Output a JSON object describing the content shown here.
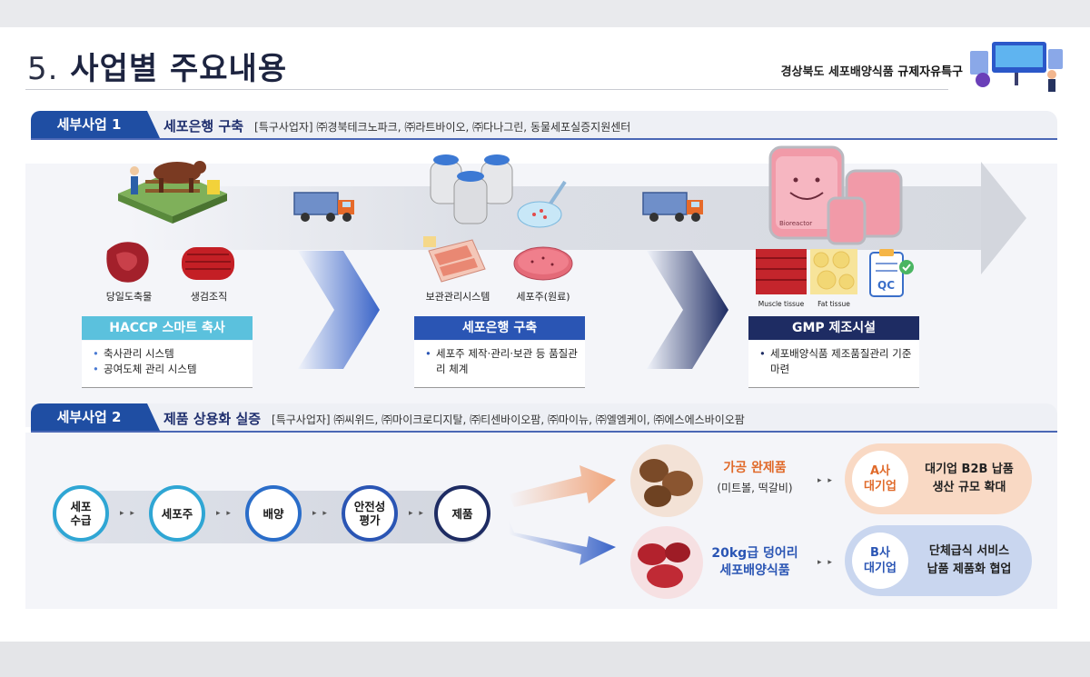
{
  "header": {
    "title_num": "5.",
    "title_text": "사업별 주요내용",
    "brand_prefix": "경상북도 세포배양식품 ",
    "brand_bold": "규제자유특구"
  },
  "section1": {
    "tab": "세부사업 1",
    "heading": "세포은행 구축",
    "participants": "[특구사업자] ㈜경북테크노파크, ㈜라트바이오, ㈜다나그린, 동물세포실증지원센터",
    "stage1": {
      "captions": [
        "당일도축물",
        "생검조직"
      ],
      "box": "HACCP 스마트 축사",
      "bullets": [
        "축사관리 시스템",
        "공여도체 관리 시스템"
      ]
    },
    "stage2": {
      "captions": [
        "보관관리시스템",
        "세포주(원료)"
      ],
      "box": "세포은행 구축",
      "bullets": [
        "세포주 제작·관리·보관 등 품질관리 체계"
      ]
    },
    "stage3": {
      "captions": [
        "Muscle tissue",
        "Fat tissue"
      ],
      "bioreactor_label": "Bioreactor",
      "qc_label": "QC",
      "box": "GMP 제조시설",
      "bullets": [
        "세포배양식품 제조품질관리 기준 마련"
      ]
    }
  },
  "section2": {
    "tab": "세부사업 2",
    "heading": "제품 상용화 실증",
    "participants": "[특구사업자] ㈜씨위드, ㈜마이크로디지탈, ㈜티센바이오팜, ㈜마이뉴, ㈜엘엠케이, ㈜에스에스바이오팜",
    "steps": [
      "세포\n수급",
      "세포주",
      "배양",
      "안전성\n평가",
      "제품"
    ],
    "arrow_glyph": "▸ ▸",
    "outcome1": {
      "title": "가공 완제품",
      "sub": "(미트볼, 떡갈비)",
      "company": "A사\n대기업",
      "desc": "대기업 B2B 납품\n생산 규모 확대"
    },
    "outcome2": {
      "title": "20kg급 덩어리\n세포배양식품",
      "company": "B사\n대기업",
      "desc": "단체급식 서비스\n납품 제품화 협업"
    }
  },
  "colors": {
    "primary": "#1f4ea3",
    "cyan": "#5bc1dd",
    "navy": "#1e2c63",
    "orange_pill": "#f9d9c4",
    "blue_pill": "#c9d6ef"
  }
}
